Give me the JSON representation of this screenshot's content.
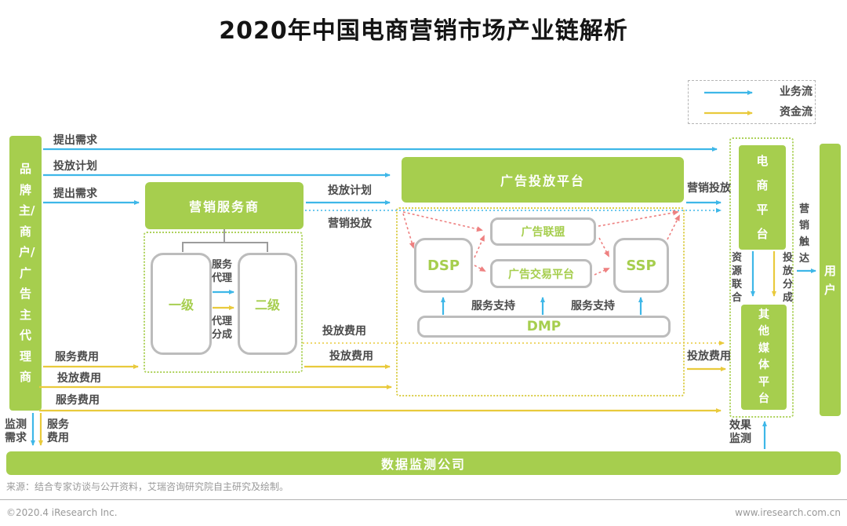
{
  "title": "2020年中国电商营销市场产业链解析",
  "legend": {
    "business_flow": "业务流",
    "capital_flow": "资金流"
  },
  "nodes": {
    "advertiser": "品牌主/商户/广告主代理商",
    "marketing_service_provider": "营销服务商",
    "tier1": "一级",
    "tier2": "二级",
    "ad_platform": "广告投放平台",
    "dsp": "DSP",
    "ad_alliance": "广告联盟",
    "ad_exchange": "广告交易平台",
    "ssp": "SSP",
    "dmp": "DMP",
    "ecommerce_platform": "电商平台",
    "other_media_platform": "其他媒体平台",
    "user": "用户",
    "data_monitoring_company": "数据监测公司"
  },
  "flow_labels": {
    "propose_demand_1": "提出需求",
    "placement_plan_1": "投放计划",
    "propose_demand_2": "提出需求",
    "placement_plan_2": "投放计划",
    "marketing_placement_1": "营销投放",
    "marketing_placement_2": "营销投放",
    "service_agency": "服务代理",
    "agency_share": "代理分成",
    "service_fee_1": "服务费用",
    "placement_fee_left": "投放费用",
    "service_fee_2": "服务费用",
    "placement_fee_dotted": "投放费用",
    "placement_fee_mid": "投放费用",
    "placement_fee_right": "投放费用",
    "service_support_1": "服务支持",
    "service_support_2": "服务支持",
    "monitor_demand": "监测需求",
    "service_fee_3": "服务费用",
    "effect_monitor": "效果监测",
    "resource_union": "资源联合",
    "placement_share": "投放分成",
    "marketing_reach": "营销触达"
  },
  "footer": {
    "source": "来源：结合专家访谈与公开资料，艾瑞咨询研究院自主研究及绘制。",
    "copyright": "©2020.4 iResearch Inc.",
    "website": "www.iresearch.com.cn"
  },
  "colors": {
    "green": "#a6ce4e",
    "blue": "#3eb7e8",
    "yellow": "#e9ca3c",
    "red": "#ee8080",
    "box_border_gray": "#bcbcbc"
  }
}
